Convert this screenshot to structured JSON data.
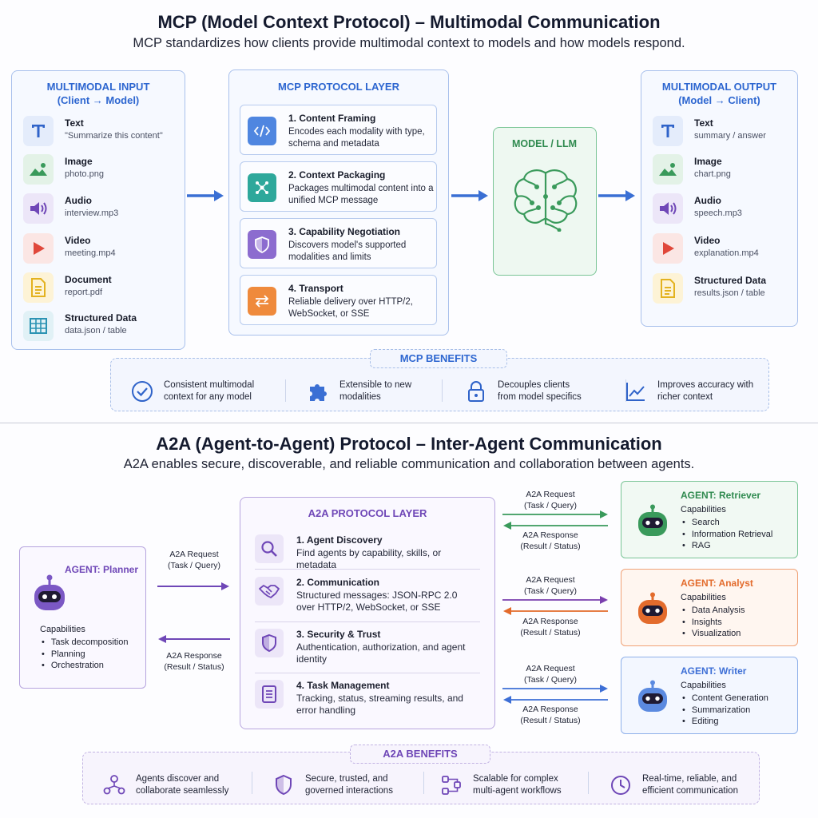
{
  "mcp": {
    "title": "MCP (Model Context Protocol) – Multimodal Communication",
    "subtitle": "MCP standardizes how clients provide multimodal context to models and how models respond.",
    "input": {
      "heading": "MULTIMODAL INPUT",
      "subheading": "(Client → Model)",
      "items": [
        {
          "name": "Text",
          "sub": "\"Summarize this content\"",
          "icon": "text-icon"
        },
        {
          "name": "Image",
          "sub": "photo.png",
          "icon": "image-icon"
        },
        {
          "name": "Audio",
          "sub": "interview.mp3",
          "icon": "audio-icon"
        },
        {
          "name": "Video",
          "sub": "meeting.mp4",
          "icon": "video-icon"
        },
        {
          "name": "Document",
          "sub": "report.pdf",
          "icon": "document-icon"
        },
        {
          "name": "Structured Data",
          "sub": "data.json / table",
          "icon": "table-icon"
        }
      ]
    },
    "layer": {
      "heading": "MCP PROTOCOL LAYER",
      "steps": [
        {
          "title": "1. Content Framing",
          "desc": "Encodes each modality with type, schema and metadata",
          "icon": "code-icon"
        },
        {
          "title": "2. Context Packaging",
          "desc": "Packages multimodal content into a unified MCP message",
          "icon": "network-icon"
        },
        {
          "title": "3. Capability Negotiation",
          "desc": "Discovers model's supported modalities and limits",
          "icon": "shield-icon"
        },
        {
          "title": "4. Transport",
          "desc": "Reliable delivery over HTTP/2, WebSocket, or SSE",
          "icon": "transfer-icon"
        }
      ]
    },
    "model": {
      "label": "MODEL / LLM",
      "icon": "brain-icon"
    },
    "output": {
      "heading": "MULTIMODAL OUTPUT",
      "subheading": "(Model → Client)",
      "items": [
        {
          "name": "Text",
          "sub": "summary / answer",
          "icon": "text-icon"
        },
        {
          "name": "Image",
          "sub": "chart.png",
          "icon": "image-icon"
        },
        {
          "name": "Audio",
          "sub": "speech.mp3",
          "icon": "audio-icon"
        },
        {
          "name": "Video",
          "sub": "explanation.mp4",
          "icon": "video-icon"
        },
        {
          "name": "Structured Data",
          "sub": "results.json / table",
          "icon": "document-icon"
        }
      ]
    },
    "benefits": {
      "heading": "MCP BENEFITS",
      "items": [
        {
          "text": "Consistent multimodal\ncontext for any model",
          "icon": "check-circle-icon"
        },
        {
          "text": "Extensible to new\nmodalities",
          "icon": "puzzle-icon"
        },
        {
          "text": "Decouples clients\nfrom model specifics",
          "icon": "lock-icon"
        },
        {
          "text": "Improves accuracy with\nricher context",
          "icon": "trend-chart-icon"
        }
      ]
    }
  },
  "a2a": {
    "title": "A2A (Agent-to-Agent) Protocol – Inter-Agent Communication",
    "subtitle": "A2A enables secure, discoverable, and reliable communication and collaboration between agents.",
    "planner": {
      "name": "AGENT: Planner",
      "cap_label": "Capabilities",
      "caps": [
        "Task decomposition",
        "Planning",
        "Orchestration"
      ]
    },
    "request_label": "A2A Request\n(Task / Query)",
    "response_label": "A2A Response\n(Result / Status)",
    "layer": {
      "heading": "A2A PROTOCOL LAYER",
      "steps": [
        {
          "title": "1. Agent Discovery",
          "desc": "Find agents by capability, skills, or metadata",
          "icon": "search-icon"
        },
        {
          "title": "2. Communication",
          "desc": "Structured messages: JSON-RPC 2.0 over HTTP/2, WebSocket, or SSE",
          "icon": "handshake-icon"
        },
        {
          "title": "3. Security & Trust",
          "desc": "Authentication, authorization, and agent identity",
          "icon": "shield-icon"
        },
        {
          "title": "4. Task Management",
          "desc": "Tracking, status, streaming results, and error handling",
          "icon": "list-icon"
        }
      ]
    },
    "agents": [
      {
        "name": "AGENT: Retriever",
        "cap_label": "Capabilities",
        "caps": [
          "Search",
          "Information Retrieval",
          "RAG"
        ],
        "color": "#3a9a5b"
      },
      {
        "name": "AGENT: Analyst",
        "cap_label": "Capabilities",
        "caps": [
          "Data Analysis",
          "Insights",
          "Visualization"
        ],
        "color": "#e36b2c"
      },
      {
        "name": "AGENT: Writer",
        "cap_label": "Capabilities",
        "caps": [
          "Content Generation",
          "Summarization",
          "Editing"
        ],
        "color": "#3d6fd6"
      }
    ],
    "benefits": {
      "heading": "A2A BENEFITS",
      "items": [
        {
          "text": "Agents discover and\ncollaborate seamlessly",
          "icon": "agents-icon"
        },
        {
          "text": "Secure, trusted, and\ngoverned interactions",
          "icon": "shield-icon"
        },
        {
          "text": "Scalable for complex\nmulti-agent workflows",
          "icon": "workflow-icon"
        },
        {
          "text": "Real-time, reliable, and\nefficient communication",
          "icon": "clock-icon"
        }
      ]
    }
  }
}
